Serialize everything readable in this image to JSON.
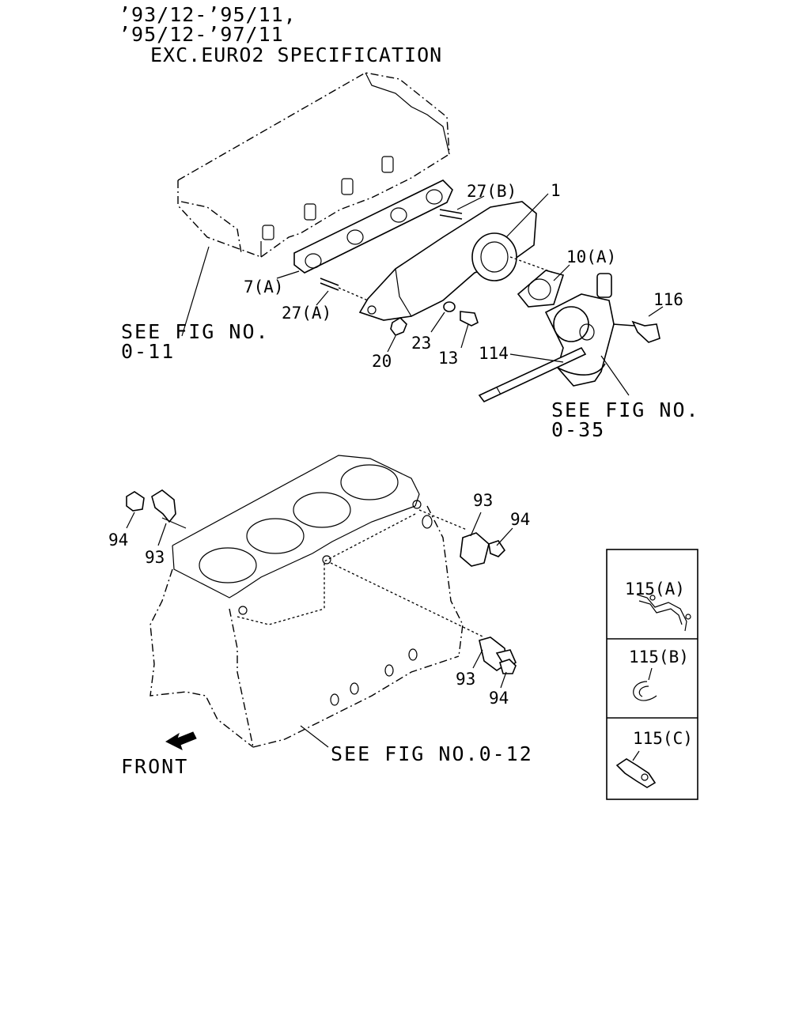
{
  "header": {
    "line1": "’93/12-’95/11,",
    "line2": "’95/12-’97/11",
    "line3": "EXC.EURO2 SPECIFICATION"
  },
  "labels": {
    "p27b": "27(B)",
    "p1": "1",
    "p10a": "10(A)",
    "p116": "116",
    "p7a": "7(A)",
    "p27a": "27(A)",
    "p23": "23",
    "p13": "13",
    "p20": "20",
    "p114": "114",
    "p94_left": "94",
    "p93_left": "93",
    "p93_right_top": "93",
    "p94_right_top": "94",
    "p93_right_bottom": "93",
    "p94_right_bottom": "94"
  },
  "references": {
    "fig011_line1": "SEE FIG NO.",
    "fig011_line2": "0-11",
    "fig035_line1": "SEE FIG NO.",
    "fig035_line2": "0-35",
    "fig012": "SEE FIG NO.0-12"
  },
  "front_label": "FRONT",
  "inset": {
    "box_a": "115(A)",
    "box_b": "115(B)",
    "box_c": "115(C)"
  }
}
